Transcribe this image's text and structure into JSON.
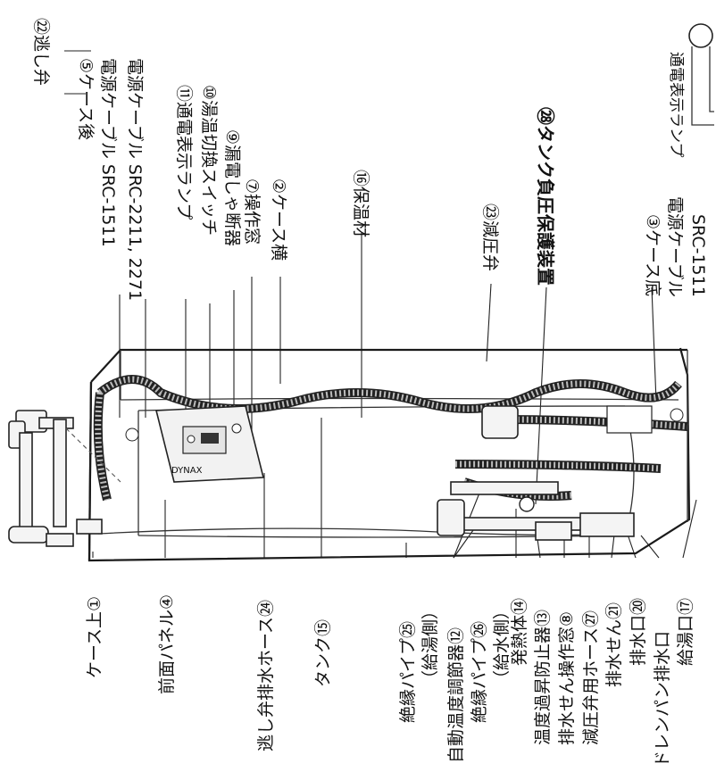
{
  "labels": {
    "l22": "㉒逃し弁",
    "l5": "⑤ケース後",
    "cable1511": "電源ケーブル SRC-1511",
    "cable2211": "電源ケーブル SRC-2211, 2271",
    "l11": "⑪通電表示ランプ",
    "l10": "⑩湯温切換スイッチ",
    "l9": "⑨漏電しゃ断器",
    "l7": "⑦操作窓",
    "l2": "②ケース横",
    "l16": "⑯保温材",
    "l23": "㉓減圧弁",
    "l28": "㉘タンク負圧保護装置",
    "l3": "③ケース底",
    "cableBottom": "電源ケーブル",
    "cableBottomModel": "SRC-1511",
    "lampInset": "通電表示ランプ",
    "l1": "ケース上①",
    "l4": "前面パネル④",
    "l24": "逃し弁排水ホース㉔",
    "l15": "タンク⑮",
    "l25": "絶縁パイプ㉕",
    "l25sub": "（給湯側）",
    "l12": "自動温度調節器⑫",
    "l26": "絶縁パイプ㉖",
    "l26sub": "（給水側）",
    "l14": "発熱体⑭",
    "l13": "温度過昇防止器⑬",
    "l8": "排水せん操作窓⑧",
    "l27": "減圧弁用ホース㉗",
    "l21": "排水せん㉑",
    "l20": "排水口⑳",
    "drain": "ドレンパン排水口",
    "l17": "給湯口⑰"
  }
}
